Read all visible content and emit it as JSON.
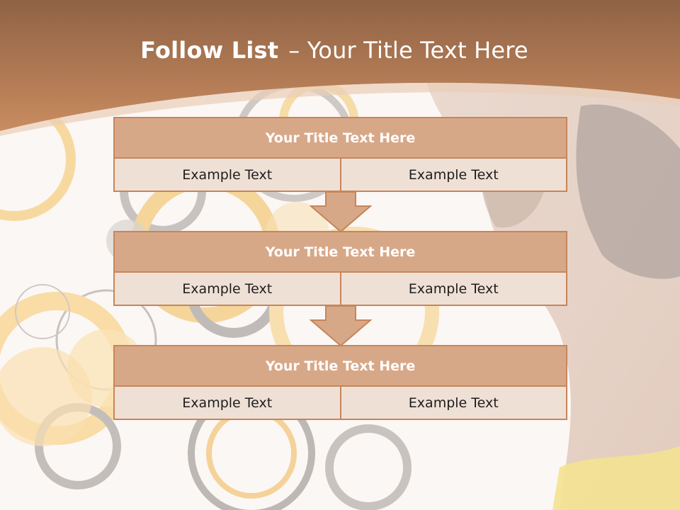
{
  "slide": {
    "title_bold": "Follow List",
    "title_rest": "– Your Title Text Here"
  },
  "blocks": [
    {
      "title": "Your Title Text Here",
      "left": "Example Text",
      "right": "Example Text"
    },
    {
      "title": "Your Title Text Here",
      "left": "Example Text",
      "right": "Example Text"
    },
    {
      "title": "Your Title Text Here",
      "left": "Example Text",
      "right": "Example Text"
    }
  ],
  "colors": {
    "header_band": "#c58659",
    "block_header": "#d7a888",
    "block_cell": "#efe0d6",
    "block_border": "#c7855a"
  }
}
